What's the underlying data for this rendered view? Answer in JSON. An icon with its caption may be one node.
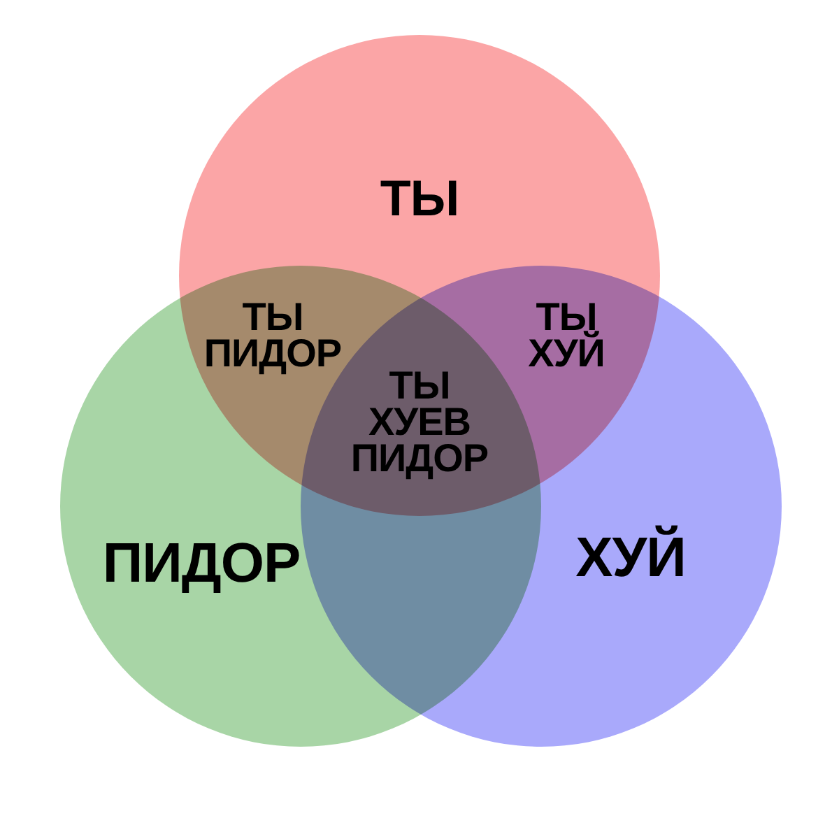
{
  "diagram": {
    "nodes": [
      {
        "text": [
          "ТЫ"
        ]
      },
      {
        "text": [
          "ПИДОР"
        ]
      },
      {
        "text": [
          "ХУЙ"
        ]
      }
    ],
    "labels": [
      "ТЫ ПИДОР",
      "ТЫ ХУЙ",
      "ТЫ ХУЕВ ПИДОР"
    ]
  }
}
